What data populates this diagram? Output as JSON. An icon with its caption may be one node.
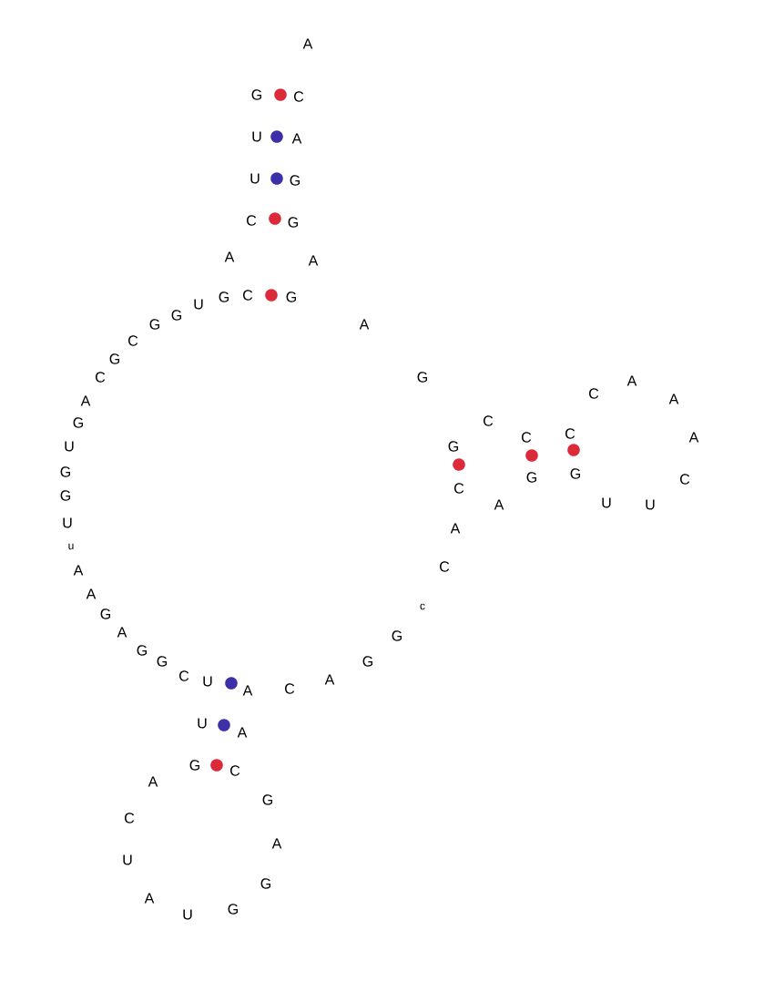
{
  "diagram": {
    "labels": [
      "A",
      "G",
      "C",
      "U",
      "A",
      "U",
      "G",
      "C",
      "G",
      "A",
      "A",
      "U",
      "G",
      "C",
      "G",
      "G",
      "G",
      "A",
      "C",
      "G",
      "C",
      "G",
      "A",
      "C",
      "A",
      "A",
      "G",
      "C",
      "U",
      "G",
      "C",
      "C",
      "A",
      "G",
      "C",
      "G",
      "G",
      "C",
      "G",
      "A",
      "U",
      "U",
      "U",
      "A",
      "u",
      "A",
      "C",
      "A",
      "G",
      "c",
      "A",
      "G",
      "G",
      "G",
      "G",
      "C",
      "U",
      "A",
      "C",
      "A",
      "U",
      "A",
      "G",
      "C",
      "A",
      "G",
      "C",
      "A",
      "U",
      "G",
      "A",
      "U",
      "G"
    ]
  }
}
